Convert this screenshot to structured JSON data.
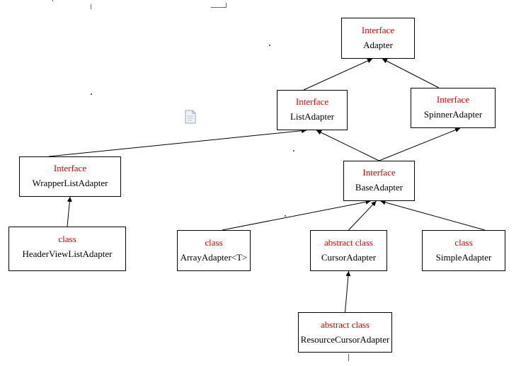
{
  "nodes": [
    {
      "id": "adapter",
      "kind": "Interface",
      "name": "Adapter"
    },
    {
      "id": "listadapter",
      "kind": "Interface",
      "name": "ListAdapter"
    },
    {
      "id": "spinneradapter",
      "kind": "Interface",
      "name": "SpinnerAdapter"
    },
    {
      "id": "wrapperlistadapter",
      "kind": "Interface",
      "name": "WrapperListAdapter"
    },
    {
      "id": "baseadapter",
      "kind": "Interface",
      "name": "BaseAdapter"
    },
    {
      "id": "headerviewlistadapter",
      "kind": "class",
      "name": "HeaderViewListAdapter"
    },
    {
      "id": "arrayadapter",
      "kind": "class",
      "name": "ArrayAdapter<T>"
    },
    {
      "id": "cursoradapter",
      "kind": "abstract class",
      "name": "CursorAdapter"
    },
    {
      "id": "simpleadapter",
      "kind": "class",
      "name": "SimpleAdapter"
    },
    {
      "id": "resourcecursoradapter",
      "kind": "abstract class",
      "name": "ResourceCursorAdapter"
    }
  ],
  "edges": [
    {
      "from": "listadapter",
      "to": "adapter"
    },
    {
      "from": "spinneradapter",
      "to": "adapter"
    },
    {
      "from": "wrapperlistadapter",
      "to": "listadapter"
    },
    {
      "from": "baseadapter",
      "to": "listadapter"
    },
    {
      "from": "baseadapter",
      "to": "spinneradapter"
    },
    {
      "from": "headerviewlistadapter",
      "to": "wrapperlistadapter"
    },
    {
      "from": "arrayadapter",
      "to": "baseadapter"
    },
    {
      "from": "cursoradapter",
      "to": "baseadapter"
    },
    {
      "from": "simpleadapter",
      "to": "baseadapter"
    },
    {
      "from": "resourcecursoradapter",
      "to": "cursoradapter"
    }
  ],
  "colors": {
    "kind_text": "#e00000",
    "name_text": "#000000",
    "line": "#000000"
  },
  "icons": {
    "stray": "document-icon"
  }
}
